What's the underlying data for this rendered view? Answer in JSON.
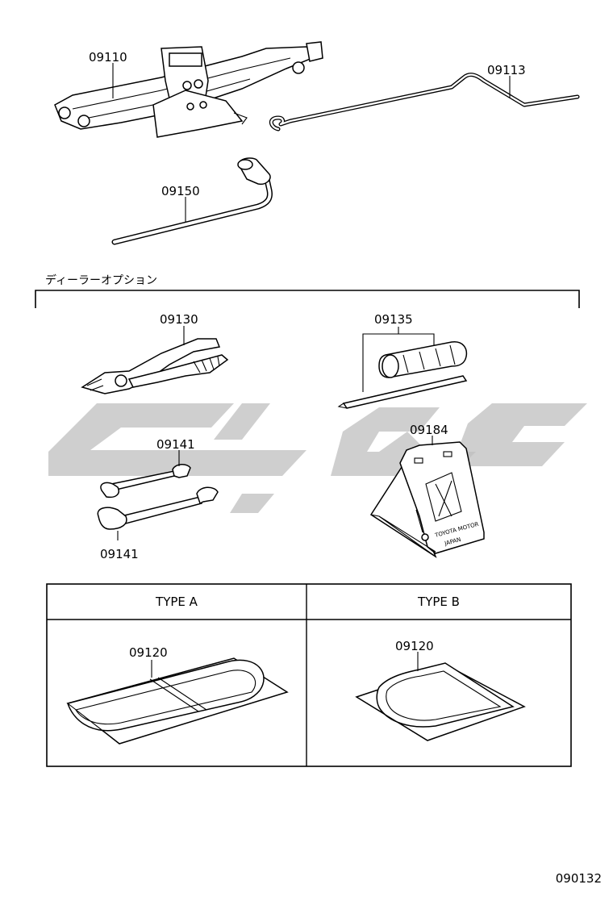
{
  "section_label": "ディーラーオプション",
  "parts": {
    "jack": "09110",
    "jack_handle": "09113",
    "wheel_wrench": "09150",
    "pliers": "09130",
    "screwdriver": "09135",
    "wrench_upper": "09141",
    "wrench_lower": "09141",
    "wheel_chock": "09184",
    "tool_bag_a": "09120",
    "tool_bag_b": "09120"
  },
  "chock_stamp": [
    "TOYOTA MOTOR",
    "JAPAN"
  ],
  "table": {
    "type_a": "TYPE  A",
    "type_b": "TYPE  B"
  },
  "figure_id": "090132"
}
